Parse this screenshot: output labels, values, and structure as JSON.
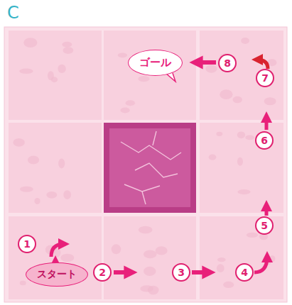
{
  "diagram": {
    "title": "C",
    "nodes": [
      {
        "text": [
          "ゴール"
        ]
      },
      {
        "text": [
          "スタート"
        ]
      }
    ],
    "labels": [
      "1",
      "2",
      "3",
      "4",
      "5",
      "6",
      "7",
      "8"
    ]
  }
}
